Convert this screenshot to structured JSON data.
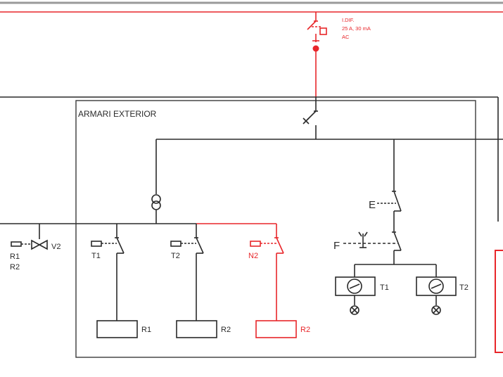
{
  "colors": {
    "line": "#2a2a2a",
    "accent": "#e8262a",
    "background": "#ffffff"
  },
  "icons": [
    "differential-breaker-icon",
    "disconnector-switch-icon",
    "transformer-icon",
    "contact-switch-icon",
    "valve-icon",
    "photocell-icon",
    "timer-icon",
    "lamp-icon",
    "relay-coil-icon"
  ],
  "diagram": {
    "differential": {
      "line1": "I.DIF.",
      "line2": "25 A, 30 mA",
      "line3": "AC"
    },
    "enclosure_title": "ARMARI EXTERIOR",
    "left_valve": {
      "label": "V2",
      "code1": "R1",
      "code2": "R2"
    },
    "switches": {
      "t1": "T1",
      "t2": "T2",
      "n2": "N2"
    },
    "relays": {
      "r1": "R1",
      "r2": "R2",
      "r2_red": "R2"
    },
    "timers": {
      "t1": "T1",
      "t2": "T2"
    },
    "control": {
      "e_switch": "E",
      "f_photocell": "F"
    }
  }
}
